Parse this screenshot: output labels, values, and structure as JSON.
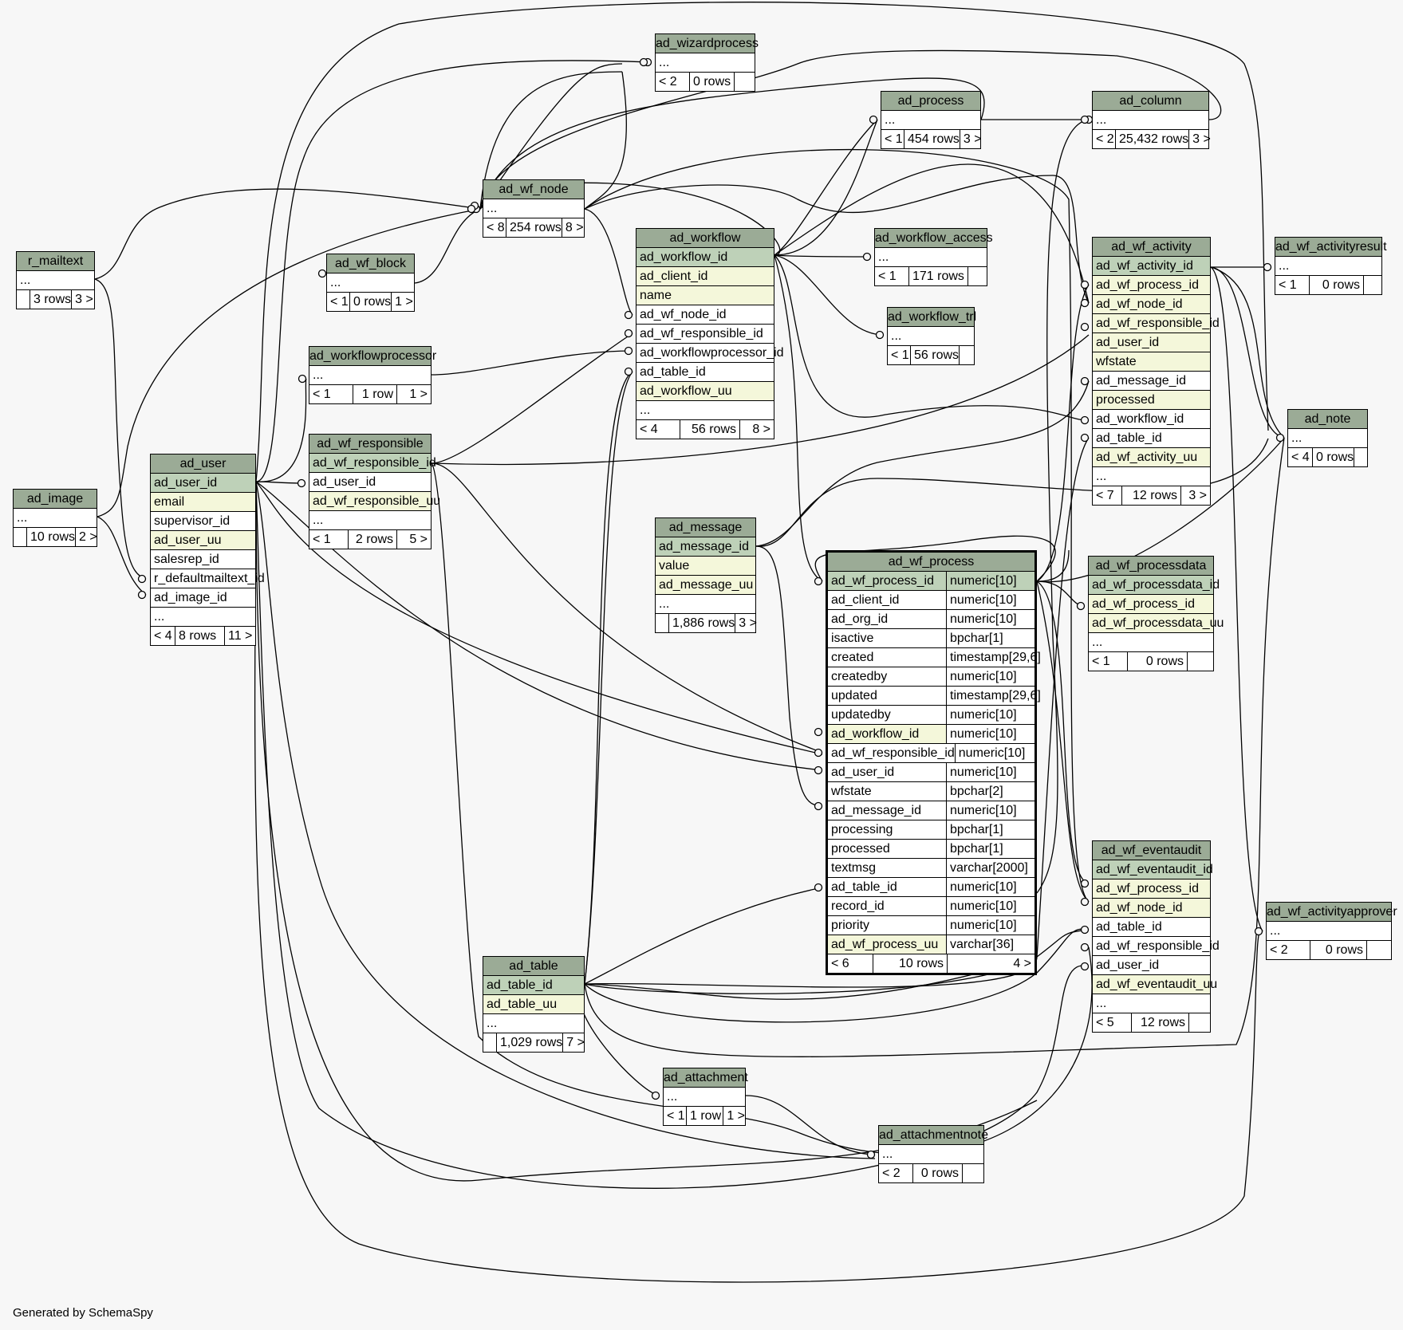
{
  "footer": "Generated by SchemaSpy",
  "tables": {
    "ad_wizardprocess": {
      "name": "ad_wizardprocess",
      "cols": [
        "..."
      ],
      "foot": [
        "< 2",
        "0 rows",
        ""
      ]
    },
    "ad_process": {
      "name": "ad_process",
      "cols": [
        "..."
      ],
      "foot": [
        "< 1",
        "454 rows",
        "3 >"
      ]
    },
    "ad_column": {
      "name": "ad_column",
      "cols": [
        "..."
      ],
      "foot": [
        "< 2",
        "25,432 rows",
        "3 >"
      ]
    },
    "r_mailtext": {
      "name": "r_mailtext",
      "cols": [
        "..."
      ],
      "foot": [
        "",
        "3 rows",
        "3 >"
      ]
    },
    "ad_wf_node": {
      "name": "ad_wf_node",
      "cols": [
        "..."
      ],
      "foot": [
        "< 8",
        "254 rows",
        "8 >"
      ]
    },
    "ad_wf_block": {
      "name": "ad_wf_block",
      "cols": [
        "..."
      ],
      "foot": [
        "< 1",
        "0 rows",
        "1 >"
      ]
    },
    "ad_workflow": {
      "name": "ad_workflow",
      "cols": [
        "ad_workflow_id",
        "ad_client_id",
        "name",
        "ad_wf_node_id",
        "ad_wf_responsible_id",
        "ad_workflowprocessor_id",
        "ad_table_id",
        "ad_workflow_uu",
        "..."
      ],
      "foot": [
        "< 4",
        "56 rows",
        "8 >"
      ]
    },
    "ad_workflow_access": {
      "name": "ad_workflow_access",
      "cols": [
        "..."
      ],
      "foot": [
        "< 1",
        "171 rows",
        ""
      ]
    },
    "ad_workflow_trl": {
      "name": "ad_workflow_trl",
      "cols": [
        "..."
      ],
      "foot": [
        "< 1",
        "56 rows",
        ""
      ]
    },
    "ad_wf_activity": {
      "name": "ad_wf_activity",
      "cols": [
        "ad_wf_activity_id",
        "ad_wf_process_id",
        "ad_wf_node_id",
        "ad_wf_responsible_id",
        "ad_user_id",
        "wfstate",
        "ad_message_id",
        "processed",
        "ad_workflow_id",
        "ad_table_id",
        "ad_wf_activity_uu",
        "..."
      ],
      "foot": [
        "< 7",
        "12 rows",
        "3 >"
      ]
    },
    "ad_wf_activityresult": {
      "name": "ad_wf_activityresult",
      "cols": [
        "..."
      ],
      "foot": [
        "< 1",
        "0 rows",
        ""
      ]
    },
    "ad_note": {
      "name": "ad_note",
      "cols": [
        "..."
      ],
      "foot": [
        "< 4",
        "0 rows",
        ""
      ]
    },
    "ad_workflowprocessor": {
      "name": "ad_workflowprocessor",
      "cols": [
        "..."
      ],
      "foot": [
        "< 1",
        "1 row",
        "1 >"
      ]
    },
    "ad_wf_responsible": {
      "name": "ad_wf_responsible",
      "cols": [
        "ad_wf_responsible_id",
        "ad_user_id",
        "ad_wf_responsible_uu",
        "..."
      ],
      "foot": [
        "< 1",
        "2 rows",
        "5 >"
      ]
    },
    "ad_user": {
      "name": "ad_user",
      "cols": [
        "ad_user_id",
        "email",
        "supervisor_id",
        "ad_user_uu",
        "salesrep_id",
        "r_defaultmailtext_id",
        "ad_image_id",
        "..."
      ],
      "foot": [
        "< 4",
        "8 rows",
        "11 >"
      ]
    },
    "ad_image": {
      "name": "ad_image",
      "cols": [
        "..."
      ],
      "foot": [
        "",
        "10 rows",
        "2 >"
      ]
    },
    "ad_message": {
      "name": "ad_message",
      "cols": [
        "ad_message_id",
        "value",
        "ad_message_uu",
        "..."
      ],
      "foot": [
        "",
        "1,886 rows",
        "3 >"
      ]
    },
    "ad_wf_process": {
      "name": "ad_wf_process",
      "cols": [
        "ad_wf_process_id",
        "ad_client_id",
        "ad_org_id",
        "isactive",
        "created",
        "createdby",
        "updated",
        "updatedby",
        "ad_workflow_id",
        "ad_wf_responsible_id",
        "ad_user_id",
        "wfstate",
        "ad_message_id",
        "processing",
        "processed",
        "textmsg",
        "ad_table_id",
        "record_id",
        "priority",
        "ad_wf_process_uu"
      ],
      "types": [
        "numeric[10]",
        "numeric[10]",
        "numeric[10]",
        "bpchar[1]",
        "timestamp[29,6]",
        "numeric[10]",
        "timestamp[29,6]",
        "numeric[10]",
        "numeric[10]",
        "numeric[10]",
        "numeric[10]",
        "bpchar[2]",
        "numeric[10]",
        "bpchar[1]",
        "bpchar[1]",
        "varchar[2000]",
        "numeric[10]",
        "numeric[10]",
        "numeric[10]",
        "varchar[36]"
      ],
      "foot": [
        "< 6",
        "10 rows",
        "4 >"
      ]
    },
    "ad_wf_processdata": {
      "name": "ad_wf_processdata",
      "cols": [
        "ad_wf_processdata_id",
        "ad_wf_process_id",
        "ad_wf_processdata_uu",
        "..."
      ],
      "foot": [
        "< 1",
        "0 rows",
        ""
      ]
    },
    "ad_wf_eventaudit": {
      "name": "ad_wf_eventaudit",
      "cols": [
        "ad_wf_eventaudit_id",
        "ad_wf_process_id",
        "ad_wf_node_id",
        "ad_table_id",
        "ad_wf_responsible_id",
        "ad_user_id",
        "ad_wf_eventaudit_uu",
        "..."
      ],
      "foot": [
        "< 5",
        "12 rows",
        ""
      ]
    },
    "ad_wf_activityapprover": {
      "name": "ad_wf_activityapprover",
      "cols": [
        "..."
      ],
      "foot": [
        "< 2",
        "0 rows",
        ""
      ]
    },
    "ad_table": {
      "name": "ad_table",
      "cols": [
        "ad_table_id",
        "ad_table_uu",
        "..."
      ],
      "foot": [
        "",
        "1,029 rows",
        "7 >"
      ]
    },
    "ad_attachment": {
      "name": "ad_attachment",
      "cols": [
        "..."
      ],
      "foot": [
        "< 1",
        "1 row",
        "1 >"
      ]
    },
    "ad_attachmentnote": {
      "name": "ad_attachmentnote",
      "cols": [
        "..."
      ],
      "foot": [
        "< 2",
        "0 rows",
        ""
      ]
    }
  }
}
